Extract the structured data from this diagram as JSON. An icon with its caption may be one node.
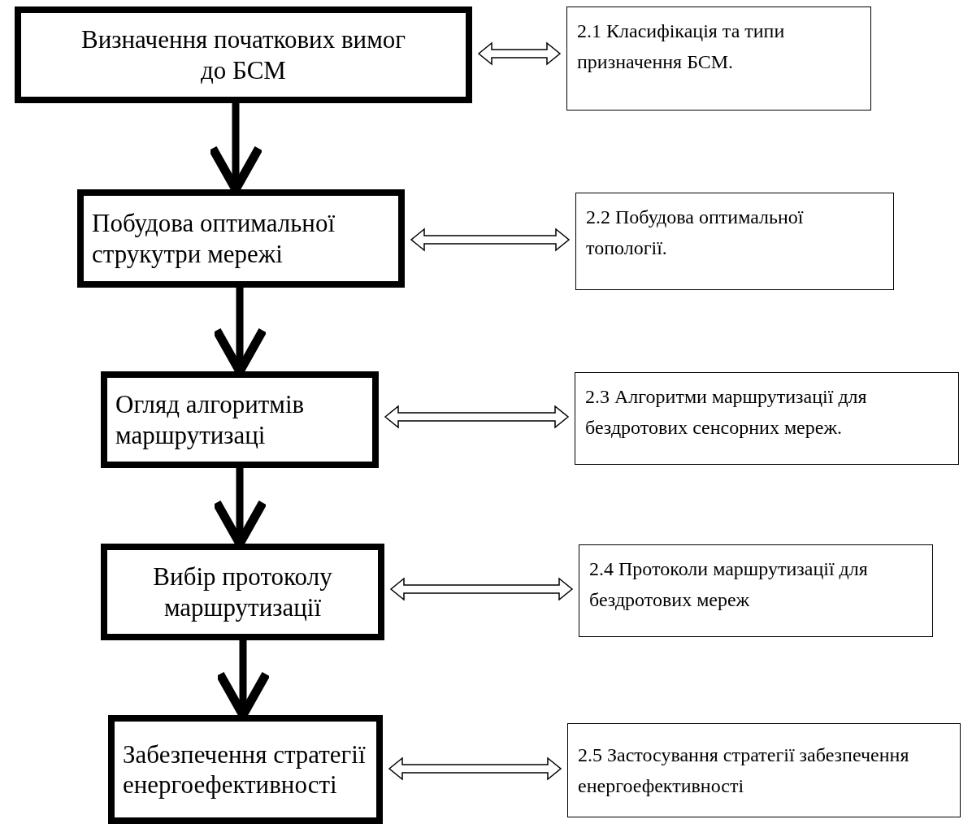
{
  "diagram": {
    "nodes": [
      {
        "text": [
          "Визначення початкових вимог до БСМ"
        ]
      },
      {
        "text": [
          "2.1 Класифікація та типи призначення БСМ."
        ]
      },
      {
        "text": [
          "Побудова оптимальної струкутри мережі"
        ]
      },
      {
        "text": [
          "2.2 Побудова оптимальної топології."
        ]
      },
      {
        "text": [
          "Огляд алгоритмів маршрутизаці"
        ]
      },
      {
        "text": [
          "2.3 Алгоритми маршрутизації для бездротових сенсорних мереж."
        ]
      },
      {
        "text": [
          "Вибір протоколу маршрутизації"
        ]
      },
      {
        "text": [
          "2.4 Протоколи маршрутизації для бездротових мереж"
        ]
      },
      {
        "text": [
          "Забезпечення стратегії енергоефективності"
        ]
      },
      {
        "text": [
          "2.5 Застосування стратегії забезпечення енергоефективності"
        ]
      }
    ],
    "edges": [
      {
        "from": 0,
        "to": 1,
        "arrow": "both"
      },
      {
        "from": 2,
        "to": 3,
        "arrow": "both"
      },
      {
        "from": 4,
        "to": 5,
        "arrow": "both"
      },
      {
        "from": 6,
        "to": 7,
        "arrow": "both"
      },
      {
        "from": 8,
        "to": 9,
        "arrow": "both"
      },
      {
        "from": 0,
        "to": 2,
        "arrow": "to"
      },
      {
        "from": 2,
        "to": 4,
        "arrow": "to"
      },
      {
        "from": 4,
        "to": 6,
        "arrow": "to"
      },
      {
        "from": 6,
        "to": 8,
        "arrow": "to"
      }
    ]
  }
}
